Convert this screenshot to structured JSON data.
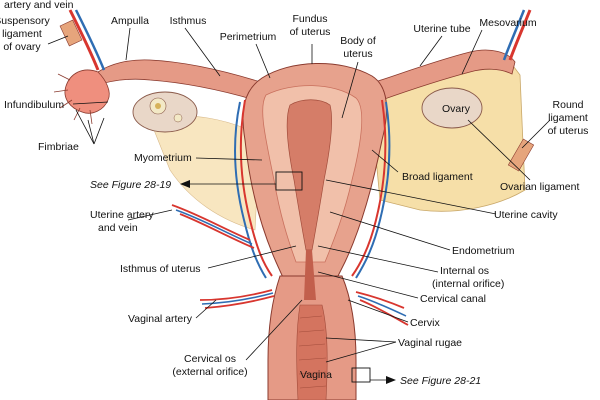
{
  "labels": {
    "artery_vein_top": "artery and vein",
    "suspensory_1": "Suspensory",
    "suspensory_2": "ligament",
    "suspensory_3": "of ovary",
    "ampulla": "Ampulla",
    "isthmus": "Isthmus",
    "perimetrium": "Perimetrium",
    "fundus_1": "Fundus",
    "fundus_2": "of uterus",
    "body_1": "Body of",
    "body_2": "uterus",
    "uterine_tube": "Uterine tube",
    "mesovarium": "Mesovarium",
    "infundibulum": "Infundibulum",
    "ovary": "Ovary",
    "round_1": "Round",
    "round_2": "ligament",
    "round_3": "of uterus",
    "fimbriae": "Fimbriae",
    "myometrium": "Myometrium",
    "see_figure_top": "See Figure 28-19",
    "broad_ligament": "Broad ligament",
    "ovarian_ligament": "Ovarian ligament",
    "uterine_artery_1": "Uterine artery",
    "uterine_artery_2": "and vein",
    "uterine_cavity": "Uterine cavity",
    "endometrium": "Endometrium",
    "isthmus_uterus": "Isthmus of uterus",
    "internal_os_1": "Internal os",
    "internal_os_2": "(internal orifice)",
    "cervical_canal": "Cervical canal",
    "vaginal_artery": "Vaginal artery",
    "cervix": "Cervix",
    "vaginal_rugae": "Vaginal rugae",
    "cervical_os_1": "Cervical os",
    "cervical_os_2": "(external orifice)",
    "vagina": "Vagina",
    "see_figure_bottom": "See Figure 28-21"
  },
  "colors": {
    "uterus_tissue": "#e7a28d",
    "uterus_dark": "#c9705d",
    "uterus_light": "#f4cbb9",
    "broad_ligament": "#f6dfa8",
    "artery": "#d8362f",
    "vein": "#2f6db3",
    "ovary": "#e9d7c8",
    "outline": "#8a3a2e"
  }
}
